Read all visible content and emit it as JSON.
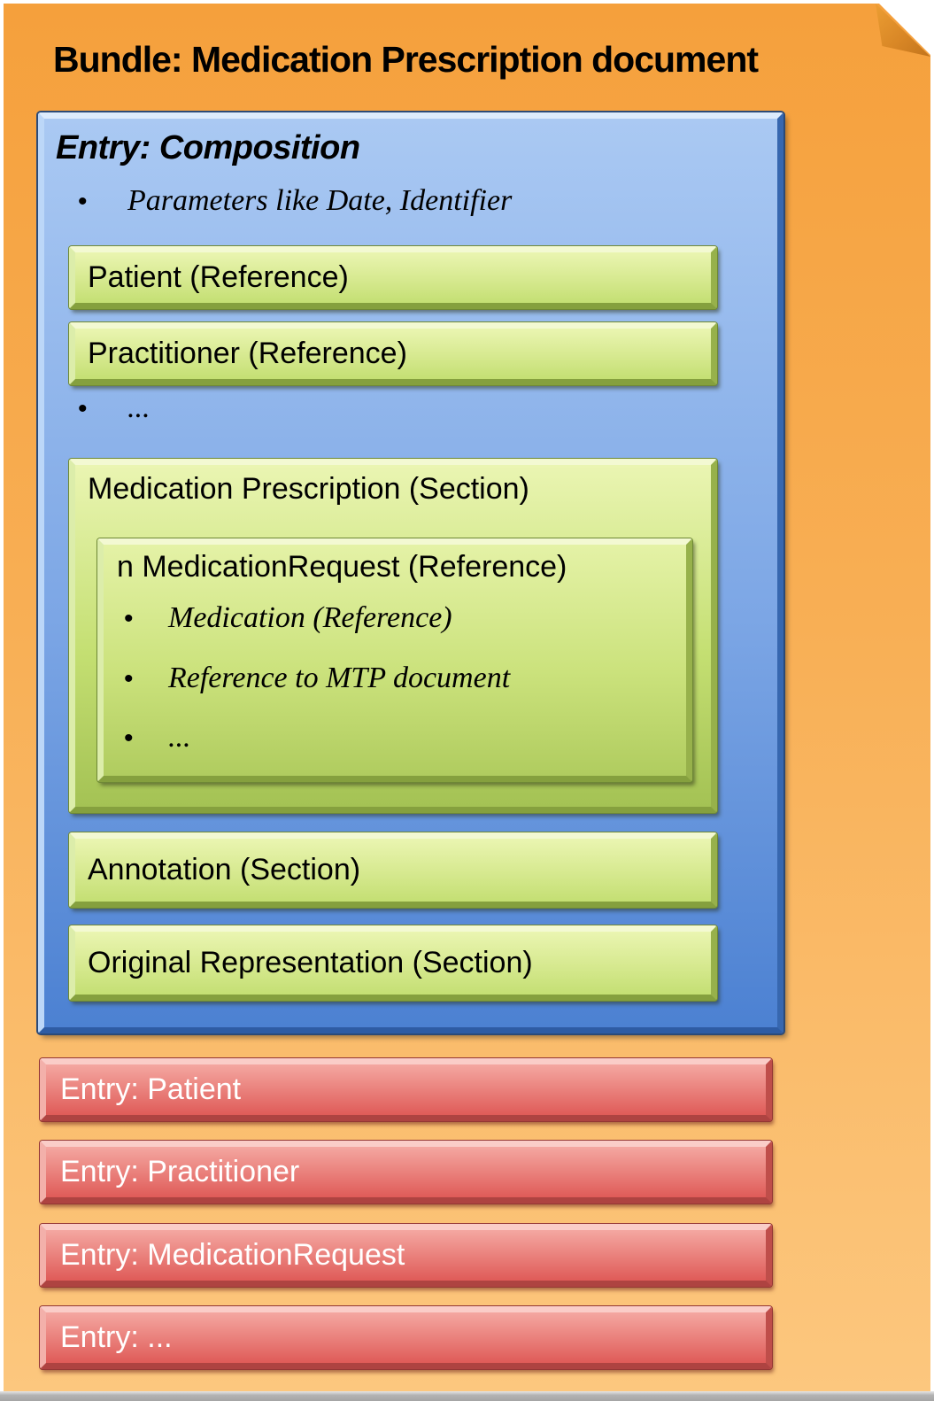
{
  "title": "Bundle: Medication Prescription document",
  "glyphs": {
    "bullet": "•"
  },
  "palette": {
    "note_orange": "#F5A03C",
    "composition_blue": "#7CA6E5",
    "section_green": "#C4DF73",
    "entry_red": "#E9736F",
    "text_black": "#000000",
    "text_white": "#FFFFFF"
  },
  "composition": {
    "title": "Entry: Composition",
    "bullet_parameters": "Parameters like Date, Identifier",
    "patient_box": "Patient (Reference)",
    "practitioner_box": "Practitioner (Reference)",
    "bullet_ellipsis": "...",
    "medication_section": {
      "title": "Medication Prescription (Section)",
      "request_box": {
        "title": "n MedicationRequest (Reference)",
        "bullets": [
          "Medication (Reference)",
          "Reference to MTP document",
          "..."
        ]
      }
    },
    "annotation_box": "Annotation (Section)",
    "original_representation_box": "Original Representation (Section)"
  },
  "entries": [
    "Entry: Patient",
    "Entry: Practitioner",
    "Entry: MedicationRequest",
    "Entry: ..."
  ]
}
